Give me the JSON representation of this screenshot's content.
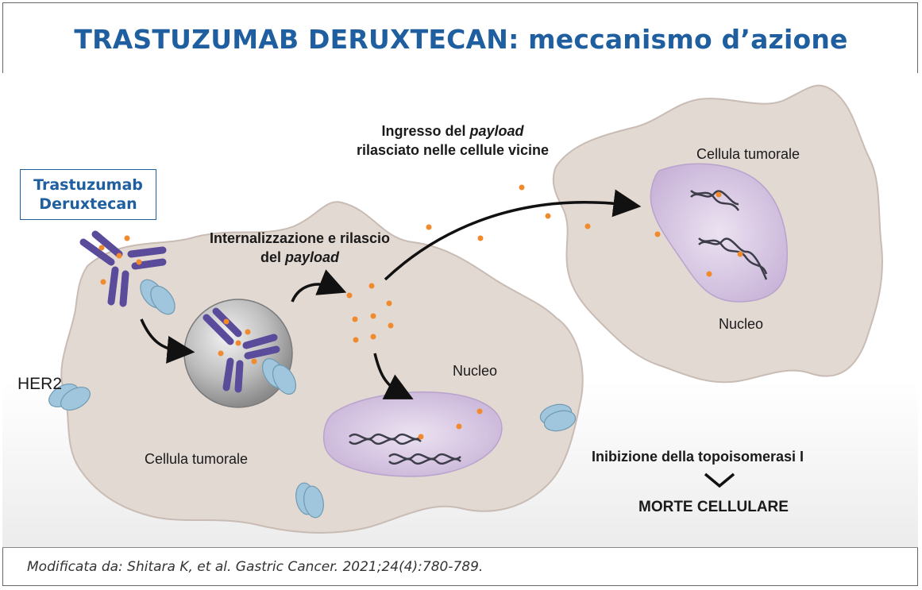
{
  "title": "TRASTUZUMAB DERUXTECAN: meccanismo d’azione",
  "drug_label": {
    "line1": "Trastuzumab",
    "line2": "Deruxtecan"
  },
  "labels": {
    "her2": "HER2",
    "internalization_line1": "Internalizzazione e rilascio",
    "internalization_line2_pre": "del ",
    "internalization_line2_italic": "payload",
    "ingress_line1_pre": "Ingresso del ",
    "ingress_line1_italic": "payload",
    "ingress_line2": "rilasciato nelle cellule vicine",
    "tumor_cell_left": "Cellula tumorale",
    "tumor_cell_right": "Cellula tumorale",
    "nucleus_left": "Nucleo",
    "nucleus_right": "Nucleo",
    "inhibition": "Inibizione della topoisomerasi I",
    "cell_death": "MORTE CELLULARE"
  },
  "source": "Modificata da: Shitara K, et al. Gastric Cancer. 2021;24(4):780-789.",
  "colors": {
    "title": "#1f5fa0",
    "cell_fill": "#e3d9d3",
    "cell_stroke": "#c8bcb4",
    "nucleus_fill": "#d9c8e4",
    "antibody": "#5a4b9b",
    "payload": "#f08a2c",
    "receptor": "#9fc6dc"
  }
}
